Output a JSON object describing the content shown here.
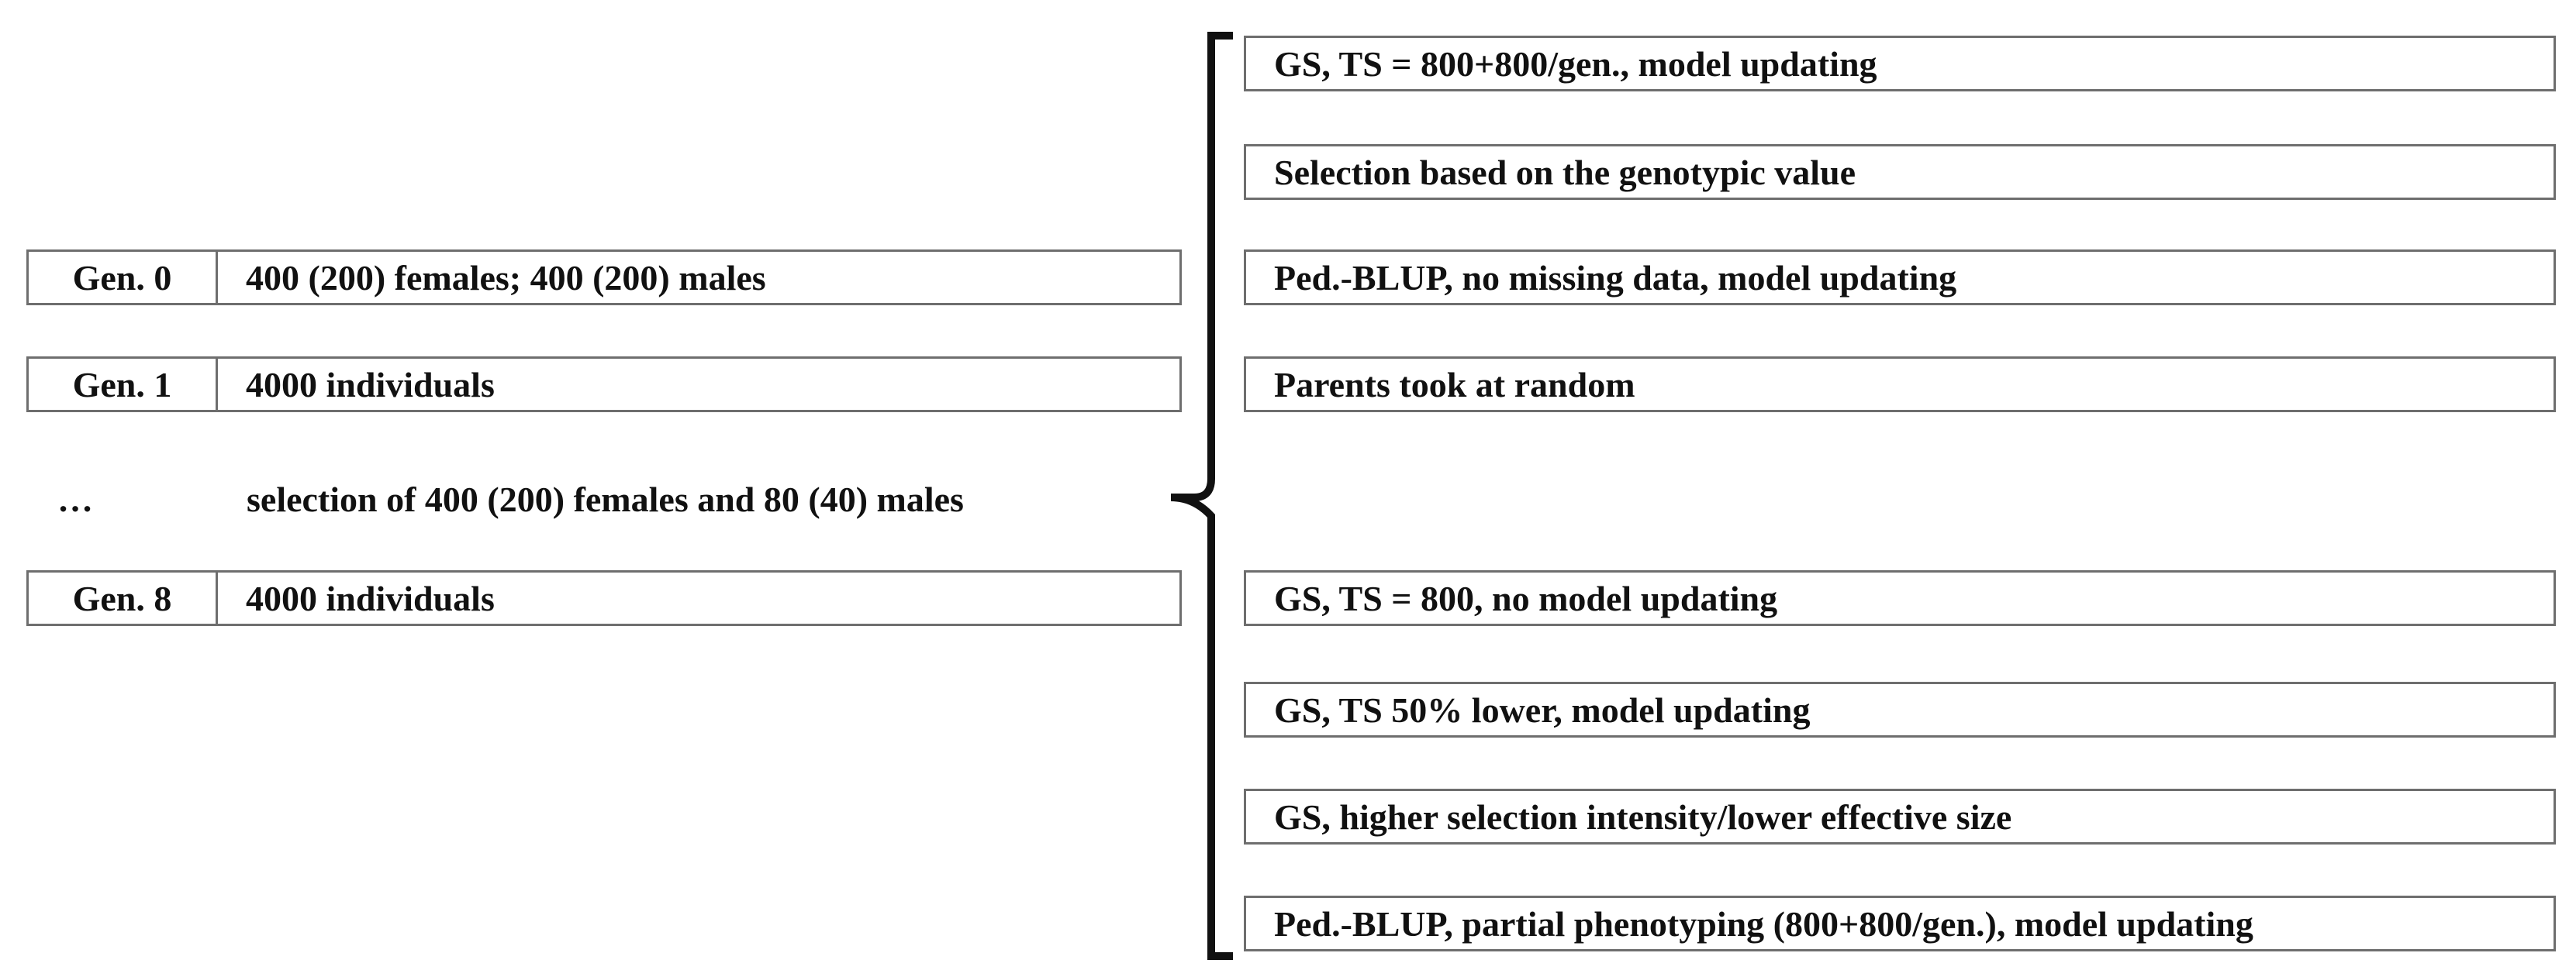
{
  "generations": [
    {
      "label": "Gen. 0",
      "text": "400 (200) females; 400 (200) males"
    },
    {
      "label": "Gen. 1",
      "text": "4000 individuals"
    },
    {
      "label": "Gen. 8",
      "text": "4000 individuals"
    }
  ],
  "ellipsis": "…",
  "selection_text": "selection of 400 (200) females and 80 (40) males",
  "scenarios": [
    "GS, TS = 800+800/gen., model updating",
    "Selection based on the genotypic value",
    "Ped.-BLUP, no missing data, model updating",
    "Parents took at random",
    "GS, TS = 800, no model updating",
    "GS, TS 50% lower, model updating",
    "GS, higher selection intensity/lower effective size",
    "Ped.-BLUP, partial phenotyping (800+800/gen.), model updating"
  ]
}
